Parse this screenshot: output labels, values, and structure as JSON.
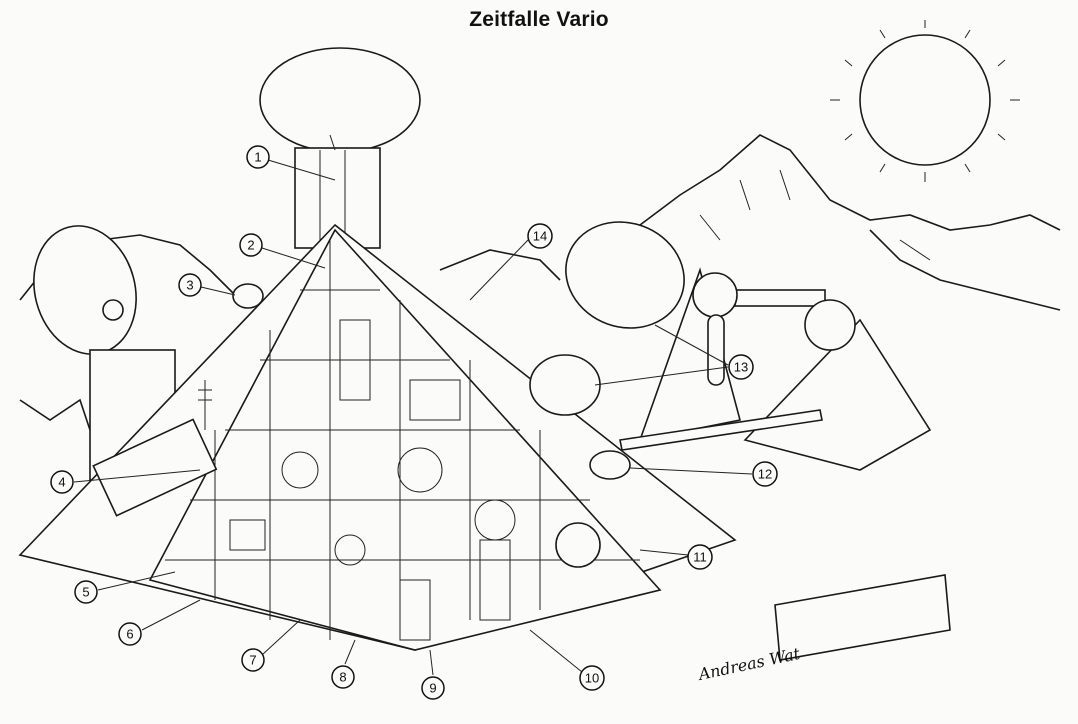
{
  "title": "Zeitfalle Vario",
  "callouts": [
    "1",
    "2",
    "3",
    "4",
    "5",
    "6",
    "7",
    "8",
    "9",
    "10",
    "11",
    "12",
    "13",
    "14"
  ],
  "signature": "Andreas Wat"
}
